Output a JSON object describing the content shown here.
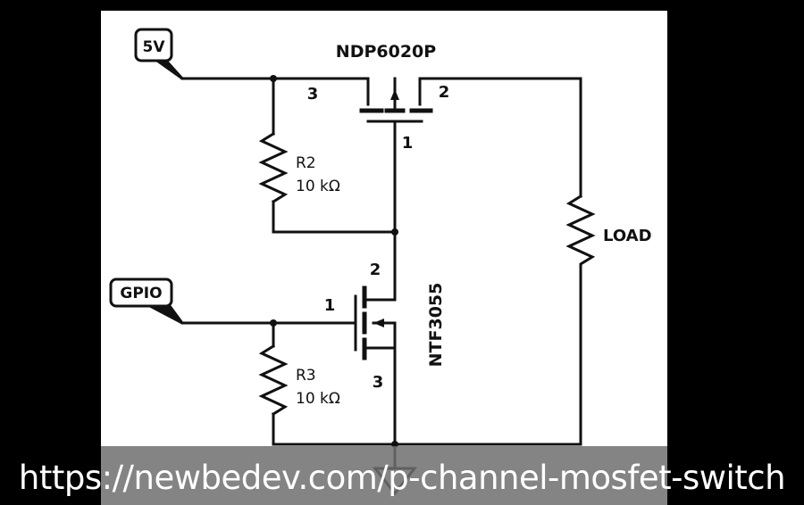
{
  "diagram": {
    "title": "P-channel MOSFET switch circuit",
    "net_labels": {
      "vcc": "5V",
      "gpio": "GPIO"
    },
    "components": {
      "q1": {
        "part": "NDP6020P",
        "pin_source": "3",
        "pin_drain": "2",
        "pin_gate": "1"
      },
      "q2": {
        "part": "NTF3055",
        "pin_drain": "2",
        "pin_gate": "1",
        "pin_source": "3"
      },
      "r2": {
        "ref": "R2",
        "value": "10 kΩ"
      },
      "r3": {
        "ref": "R3",
        "value": "10 kΩ"
      },
      "load": {
        "ref": "LOAD"
      }
    }
  },
  "caption": {
    "url": "https://newbedev.com/p-channel-mosfet-switch"
  }
}
